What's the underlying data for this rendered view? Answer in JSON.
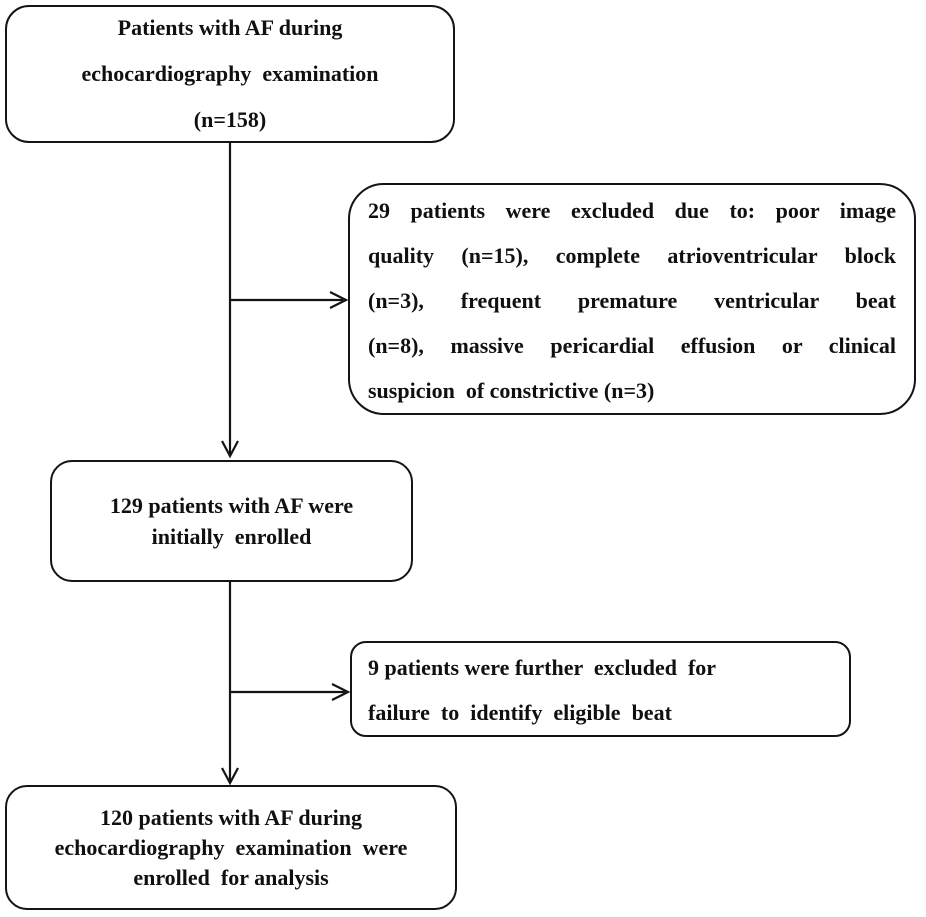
{
  "figure": {
    "type": "patient-flow-diagram",
    "background_color": "#ffffff",
    "line_color": "#141414",
    "text_color": "#101010"
  },
  "boxes": {
    "initial": {
      "lines": [
        "Patients with AF during",
        "echocardiography  examination",
        "(n=158)"
      ]
    },
    "excluded_first": {
      "lines": [
        "29 patients were excluded due to: poor image",
        "quality (n=15), complete atrioventricular block",
        "(n=3), frequent premature ventricular beat",
        "(n=8), massive pericardial effusion or clinical",
        "suspicion  of constrictive (n=3)"
      ]
    },
    "enrolled": {
      "lines": [
        "129 patients with AF were",
        "initially  enrolled"
      ]
    },
    "excluded_second": {
      "lines": [
        "9 patients were further  excluded  for",
        "failure  to  identify  eligible  beat"
      ]
    },
    "final": {
      "lines": [
        "120 patients with AF during",
        "echocardiography  examination  were",
        "enrolled  for analysis"
      ]
    }
  },
  "counts": {
    "screened": 158,
    "excluded_first_total": 29,
    "excluded_poor_image_quality": 15,
    "excluded_av_block": 3,
    "excluded_premature_ventricular_beat": 8,
    "excluded_pericardial_effusion_constrictive": 3,
    "initially_enrolled": 129,
    "excluded_second_total": 9,
    "final_analyzed": 120
  }
}
